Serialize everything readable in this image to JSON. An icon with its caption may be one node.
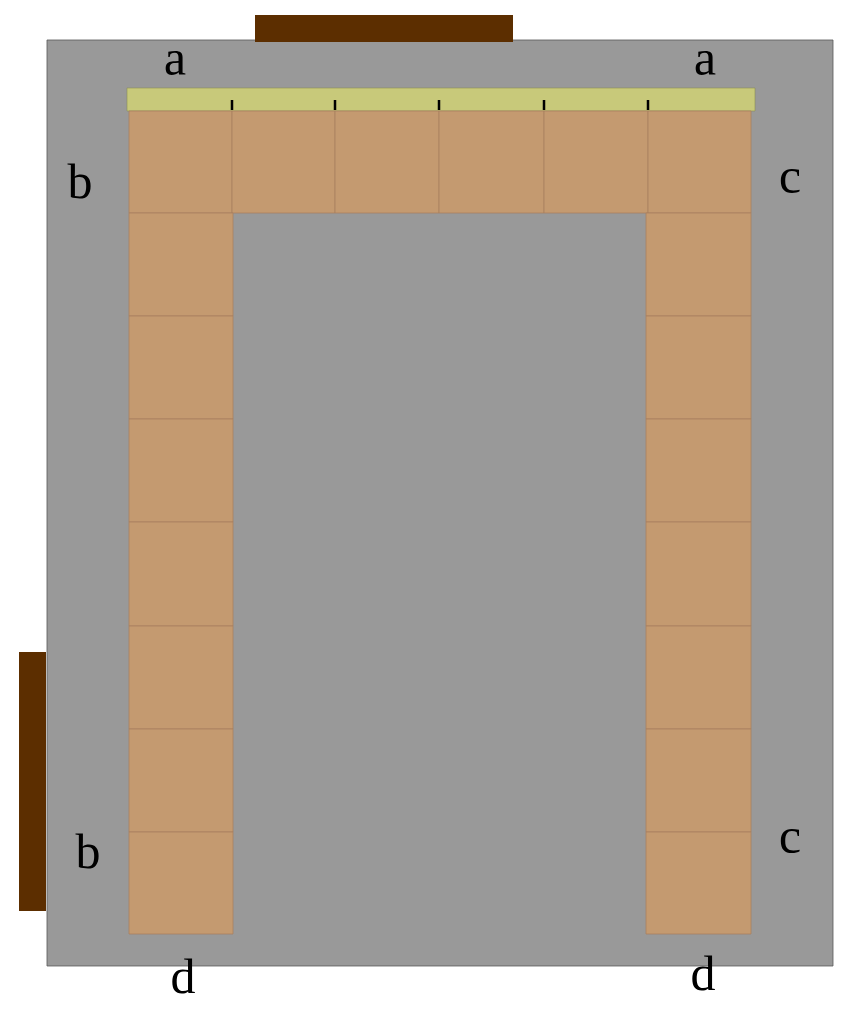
{
  "diagram": {
    "labels": [
      "a",
      "a",
      "b",
      "c",
      "b",
      "c",
      "d",
      "d"
    ]
  }
}
